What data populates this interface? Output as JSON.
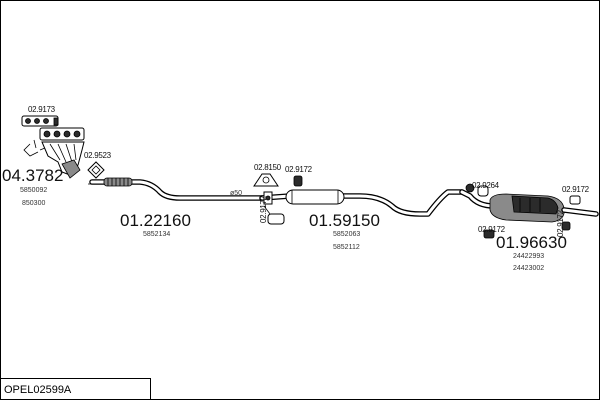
{
  "diagram_title": "OPEL02599A",
  "assemblies": [
    {
      "code": "04.3782",
      "refs": [
        "5850092",
        "850300"
      ]
    },
    {
      "code": "01.22160",
      "refs": [
        "5852134"
      ]
    },
    {
      "code": "01.59150",
      "refs": [
        "5852063",
        "5852112"
      ]
    },
    {
      "code": "01.96630",
      "refs": [
        "24422993",
        "24423002"
      ]
    }
  ],
  "fittings": [
    "02.9173",
    "02.9523",
    "02.8150",
    "02.9172",
    "02.9172",
    "02.9264",
    "02.9172",
    "02.9172",
    "02.9172"
  ],
  "pipe_size_label": "ø50"
}
